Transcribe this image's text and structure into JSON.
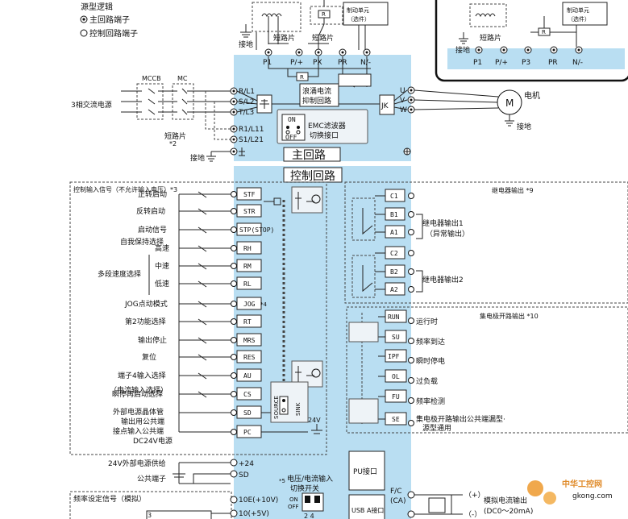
{
  "legend": {
    "title": "源型逻辑",
    "main_terminal": "主回路端子",
    "control_terminal": "控制回路端子"
  },
  "top": {
    "shorting_bar_1": "短路片",
    "shorting_bar_2": "短路片",
    "ground": "接地",
    "brake_unit": "制动单元",
    "brake_unit_opt": "（选件）",
    "resistor_r": "R",
    "terminals": [
      "P1",
      "P/+",
      "PX",
      "PR",
      "N/-"
    ],
    "inset_terminals": [
      "P1",
      "P/+",
      "P3",
      "PR",
      "N/-"
    ],
    "inset_shorting_bar": "短路片",
    "inset_ground": "接地",
    "inset_brake_unit": "制动单元",
    "inset_brake_unit_opt": "（选件）",
    "inset_r": "R"
  },
  "main_circuit": {
    "title": "主回路",
    "inrush_line1": "浪涌电流",
    "inrush_line2": "抑制回路",
    "r_label": "R",
    "jk_label": "JK",
    "emc_on": "ON",
    "emc_off": "OFF",
    "emc_line1": "EMC滤波器",
    "emc_line2": "切换接口",
    "power_source": "3相交流电源",
    "mccb": "MCCB",
    "mc": "MC",
    "input_terminals": [
      "R/L1",
      "S/L2",
      "T/L3",
      "R1/L11",
      "S1/L21"
    ],
    "shorting_bar": "短路片",
    "note_2": "*2",
    "ground": "接地",
    "output_terminals": [
      "U",
      "V",
      "W"
    ],
    "motor": "电机",
    "motor_m": "M",
    "motor_ground": "接地"
  },
  "control_circuit": {
    "title": "控制回路",
    "input_section_title": "控制输入信号（不允许输入电压）*3",
    "inputs": [
      {
        "term": "STF",
        "label": "正转启动"
      },
      {
        "term": "STR",
        "label": "反转启动"
      },
      {
        "term": "STP(STOP)",
        "label": "启动信号"
      },
      {
        "term": "RH",
        "label": "高速"
      },
      {
        "term": "RM",
        "label": "中速"
      },
      {
        "term": "RL",
        "label": "低速"
      },
      {
        "term": "JOG",
        "label": "JOG点动模式"
      },
      {
        "term": "RT",
        "label": "第2功能选择"
      },
      {
        "term": "MRS",
        "label": "输出停止"
      },
      {
        "term": "RES",
        "label": "复位"
      },
      {
        "term": "AU",
        "label": "端子4输入选择"
      },
      {
        "term": "CS",
        "label": "瞬停再启动选择"
      },
      {
        "term": "SD",
        "label": ""
      },
      {
        "term": "PC",
        "label": ""
      }
    ],
    "self_hold": "自我保持选择",
    "multi_speed": "多段速度选择",
    "current_input_select": "（电流输入选择）",
    "ext_transistor_1": "外部电源晶体管",
    "ext_transistor_2": "输出用公共端",
    "ext_transistor_3": "接点输入公共端",
    "ext_transistor_4": "DC24V电源",
    "jog_note": "*4",
    "source": "SOURCE",
    "sink": "SINK",
    "v24": "24V",
    "relay_section_title": "继电器输出 *9",
    "relay1_terms": [
      "C1",
      "B1",
      "A1"
    ],
    "relay1_label": "继电器输出1",
    "relay1_sub": "（异常输出）",
    "relay2_terms": [
      "C2",
      "B2",
      "A2"
    ],
    "relay2_label": "继电器输出2",
    "oc_section_title": "集电极开路输出 *10",
    "oc_outputs": [
      {
        "term": "RUN",
        "label": "运行时"
      },
      {
        "term": "SU",
        "label": "频率到达"
      },
      {
        "term": "IPF",
        "label": "瞬时停电"
      },
      {
        "term": "OL",
        "label": "过负载"
      },
      {
        "term": "FU",
        "label": "频率检测"
      },
      {
        "term": "SE",
        "label": "集电极开路输出公共端漏型·"
      }
    ],
    "oc_common_2": "源型通用",
    "ext_24v": "24V外部电源供给",
    "plus24": "+24",
    "common_terminal": "公共端子",
    "sd": "SD",
    "pu_port": "PU接口",
    "usb_port": "USB A接口",
    "freq_setting": "频率设定信号（模拟）",
    "v_i_switch_1": "电压/电流输入",
    "v_i_switch_2": "切换开关",
    "note_5": "*5",
    "switch_on": "ON",
    "switch_off": "OFF",
    "switch_nums": "2  4",
    "term_10e": "10E(+10V)",
    "term_10": "10(+5V)",
    "fca": "F/C",
    "fca2": "(CA)",
    "plus": "（+）",
    "minus": "（-）",
    "analog_out_1": "模拟电流输出",
    "analog_out_2": "(DC0～20mA)",
    "num_3": "3"
  },
  "watermark": {
    "name": "中华工控网",
    "url": "gkong.com"
  }
}
